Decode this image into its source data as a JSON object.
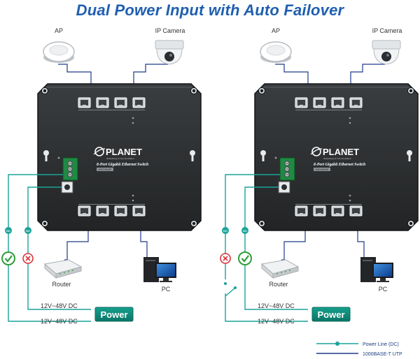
{
  "title": "Dual Power Input with Auto Failover",
  "brand": "PLANET",
  "brand_tagline": "Networking & Communication",
  "switch_name": "8-Port Gigabit Ethernet Switch",
  "model": "WGS-804HP",
  "panels": [
    {
      "ap_label": "AP",
      "camera_label": "IP Camera",
      "router_label": "Router",
      "pc_label": "PC",
      "voltage_top": "12V~48V DC",
      "voltage_bottom": "12V~48V DC",
      "power_label": "Power",
      "dc_a_status": "ok",
      "dc_b_status": "fail"
    },
    {
      "ap_label": "AP",
      "camera_label": "IP Camera",
      "router_label": "Router",
      "pc_label": "PC",
      "voltage_top": "12V~48V DC",
      "voltage_bottom": "12V~48V DC",
      "power_label": "Power",
      "dc_a_status": "fail",
      "dc_b_status": "ok"
    }
  ],
  "dc_tag": "DC",
  "legend": {
    "power_line": "Power Line (DC)",
    "utp": "1000BASE-T UTP"
  },
  "colors": {
    "title": "#1f5fb0",
    "power_line": "#1aa39a",
    "utp": "#1e3a8a",
    "ok": "#2e9d3a",
    "fail": "#d9343a",
    "switch_body": "#2f3133",
    "power_button": "#0d8f7e"
  }
}
